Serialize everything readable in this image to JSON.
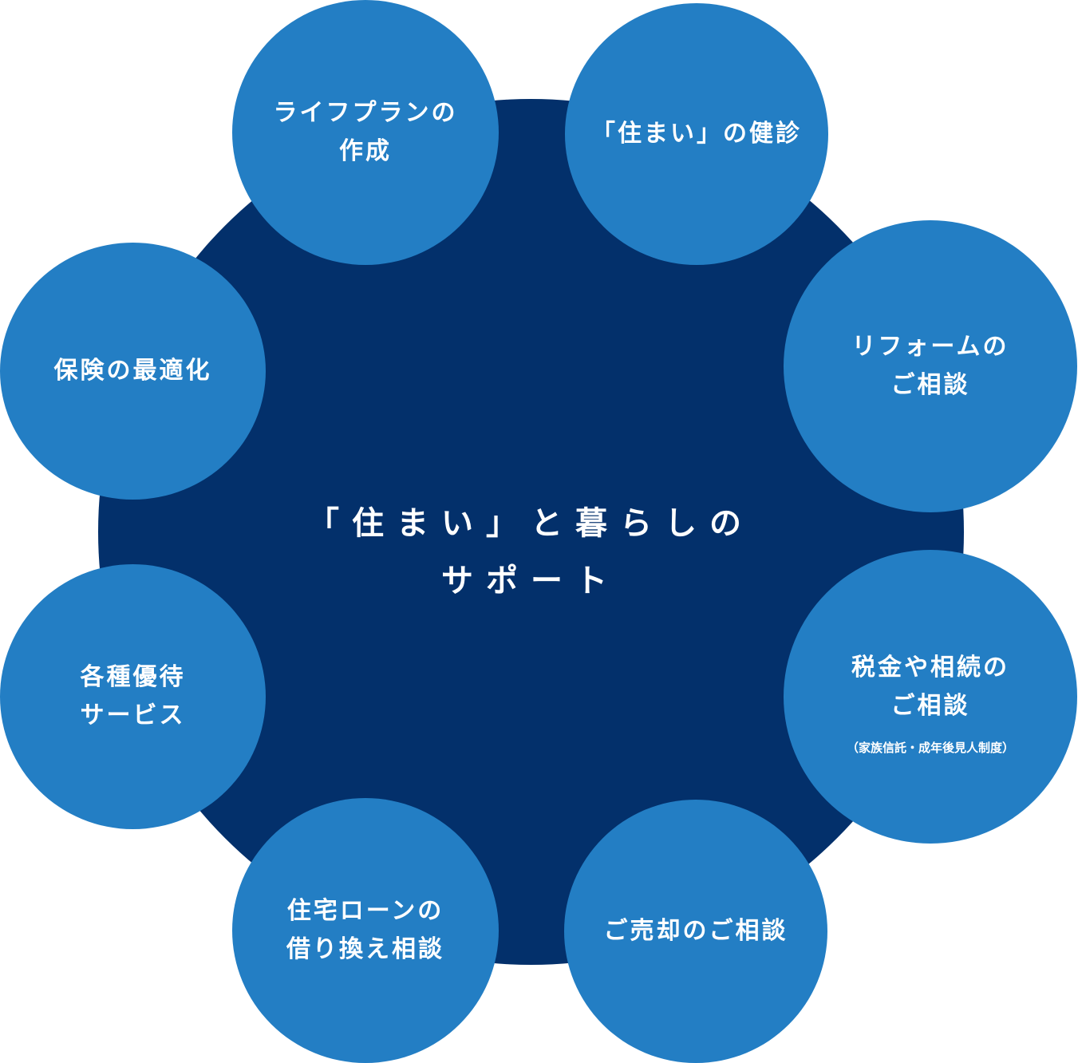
{
  "center": {
    "line1": "「住まい」と暮らしの",
    "line2": "サポート"
  },
  "nodes": {
    "life_plan": {
      "line1": "ライフプランの",
      "line2": "作成"
    },
    "housing_checkup": {
      "line1": "「住まい」の健診"
    },
    "reform": {
      "line1": "リフォームの",
      "line2": "ご相談"
    },
    "insurance": {
      "line1": "保険の最適化"
    },
    "tax_inheritance": {
      "line1": "税金や相続の",
      "line2": "ご相談",
      "note": "（家族信託・成年後見人制度）"
    },
    "benefits": {
      "line1": "各種優待",
      "line2": "サービス"
    },
    "refinance": {
      "line1": "住宅ローンの",
      "line2": "借り換え相談"
    },
    "sale": {
      "line1": "ご売却のご相談"
    }
  },
  "colors": {
    "center_fill": "#03306b",
    "node_fill": "#237ec4",
    "text": "#ffffff"
  }
}
